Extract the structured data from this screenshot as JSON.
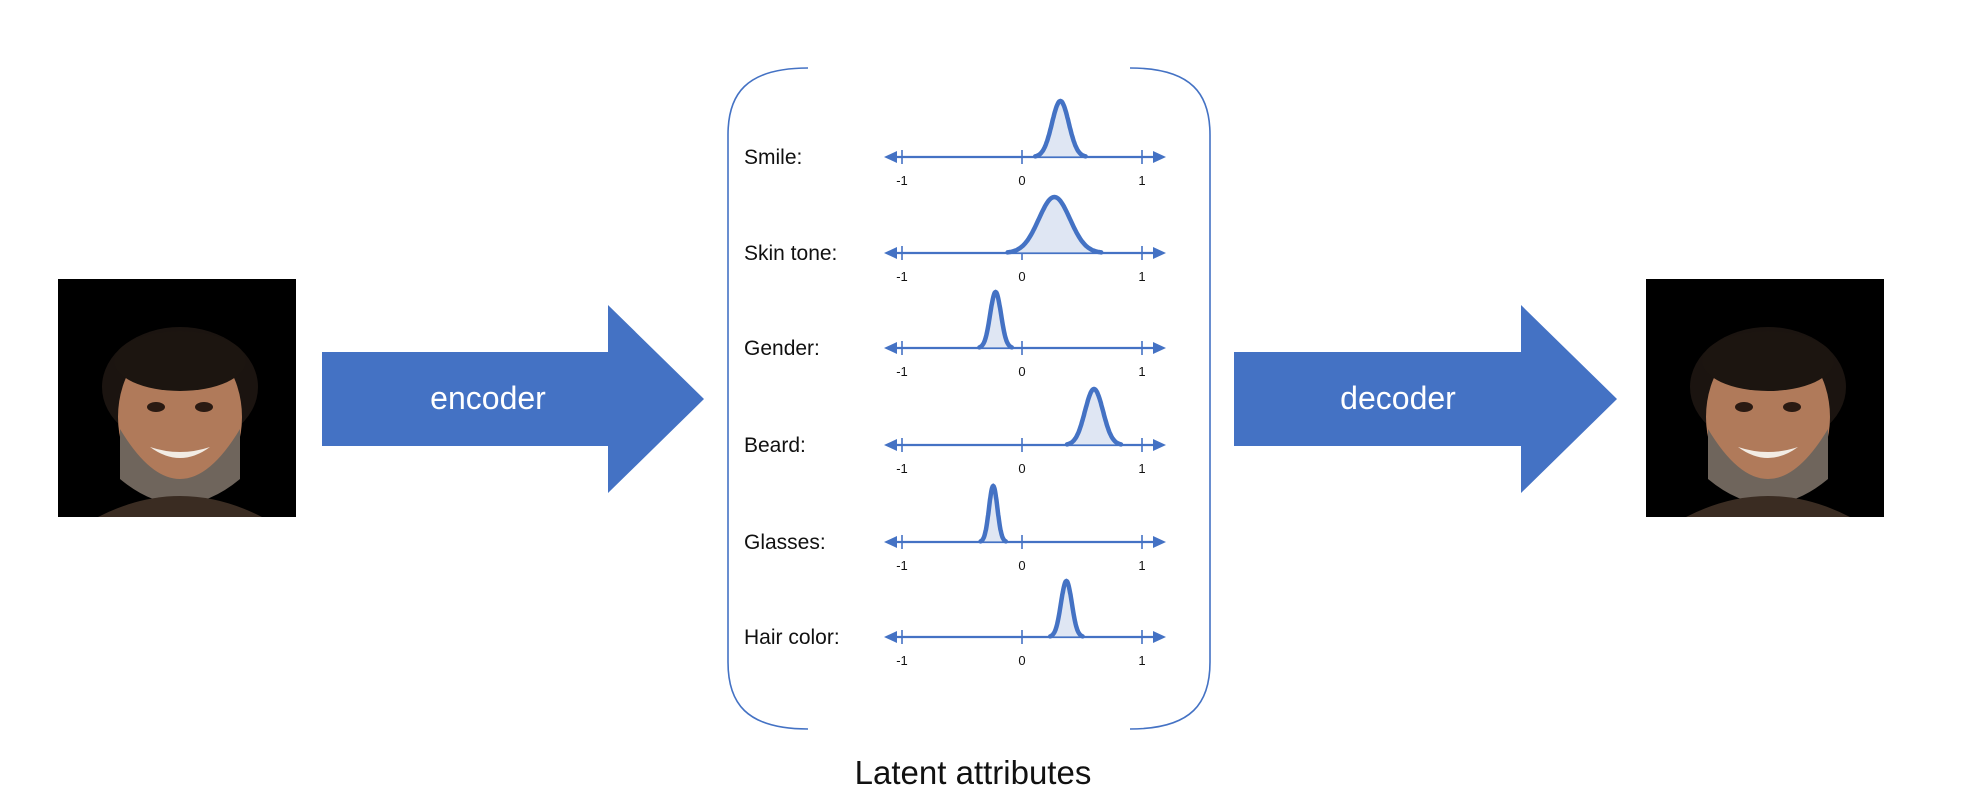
{
  "colors": {
    "accent": "#4472c4",
    "fill": "#dfe6f3",
    "photo_bg": "#000000"
  },
  "input_image": {
    "icon": "face-photo"
  },
  "output_image": {
    "icon": "face-photo"
  },
  "encoder": {
    "label": "encoder"
  },
  "decoder": {
    "label": "decoder"
  },
  "latent": {
    "caption": "Latent attributes",
    "tick_labels": [
      "-1",
      "0",
      "1"
    ],
    "attributes": [
      {
        "label": "Smile:",
        "mean": 0.32,
        "spread": 0.07
      },
      {
        "label": "Skin tone:",
        "mean": 0.27,
        "spread": 0.13
      },
      {
        "label": "Gender:",
        "mean": -0.22,
        "spread": 0.045
      },
      {
        "label": "Beard:",
        "mean": 0.6,
        "spread": 0.075
      },
      {
        "label": "Glasses:",
        "mean": -0.24,
        "spread": 0.035
      },
      {
        "label": "Hair color:",
        "mean": 0.37,
        "spread": 0.045
      }
    ]
  }
}
